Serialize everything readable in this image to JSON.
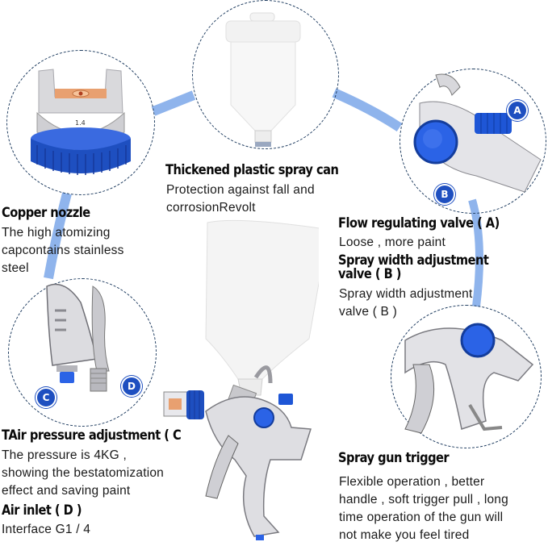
{
  "features": {
    "nozzle": {
      "title": "Copper nozzle",
      "desc_lines": [
        "The high atomizing",
        "capcontains stainless",
        "steel"
      ],
      "nozzle_size_label": "1.4"
    },
    "cup": {
      "title": "Thickened plastic spray can",
      "desc_lines": [
        "Protection against fall and",
        "corrosionRevolt"
      ]
    },
    "flow_valve": {
      "title": "Flow regulating valve ( A)",
      "desc_lines": [
        "Loose , more paint"
      ]
    },
    "width_valve": {
      "title_lines": [
        "Spray width adjustment",
        "valve ( B )"
      ],
      "desc_lines": [
        "Spray width adjustment",
        "valve ( B )"
      ]
    },
    "air_pressure": {
      "title": "TAir pressure adjustment ( C",
      "desc_lines": [
        "The pressure is 4KG ,",
        "showing the bestatomization",
        "effect and saving paint"
      ]
    },
    "air_inlet": {
      "title": "Air inlet ( D )",
      "desc_lines": [
        "Interface G1 / 4"
      ]
    },
    "trigger": {
      "title": "Spray gun trigger",
      "desc_lines": [
        "Flexible operation , better",
        "handle , soft trigger pull , long",
        "time operation of the gun will",
        "not make you feel tired"
      ]
    }
  },
  "badges": {
    "a": "A",
    "b": "B",
    "c": "C",
    "d": "D"
  },
  "colors": {
    "connector_blue": "#8fb4ec",
    "knob_blue": "#1e56d6",
    "badge_blue": "#1e4fc0",
    "dashed_outline": "#1c3a5e",
    "copper": "#e8a070"
  }
}
